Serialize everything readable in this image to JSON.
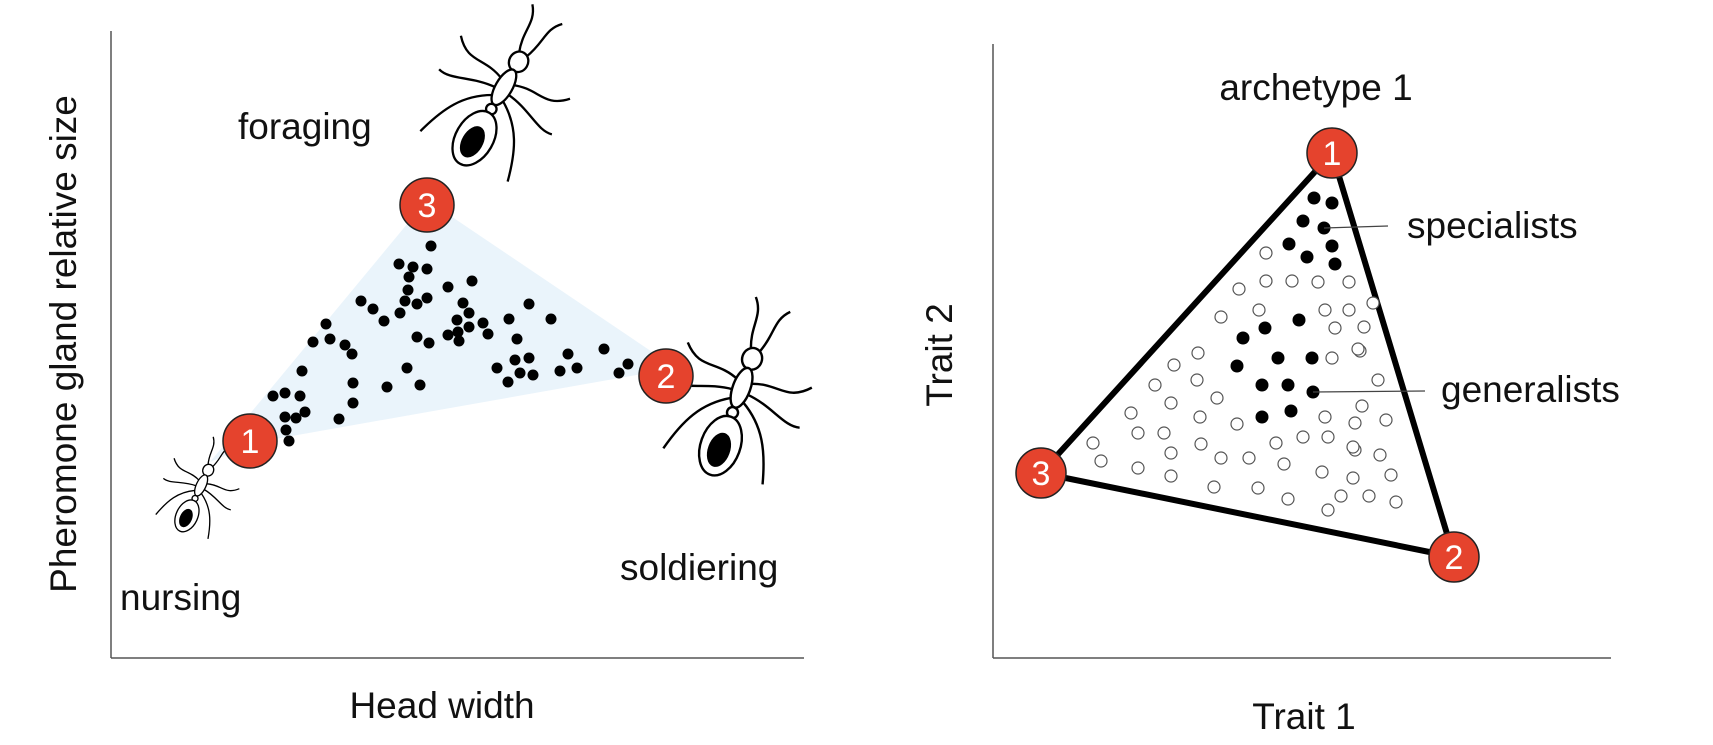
{
  "colors": {
    "archetype": "#e5432d",
    "polytope_fill": "#eaf4fb",
    "points": "#000000"
  },
  "left_panel": {
    "ylabel": "Pheromone gland relative size",
    "xlabel": "Head width",
    "tasks": {
      "foraging": "foraging",
      "nursing": "nursing",
      "soldiering": "soldiering"
    },
    "archetypes": [
      "1",
      "2",
      "3"
    ]
  },
  "right_panel": {
    "ylabel": "Trait 2",
    "xlabel": "Trait 1",
    "top_label": "archetype 1",
    "annotations": {
      "specialists": "specialists",
      "generalists": "generalists"
    },
    "archetypes": [
      "1",
      "2",
      "3"
    ]
  }
}
